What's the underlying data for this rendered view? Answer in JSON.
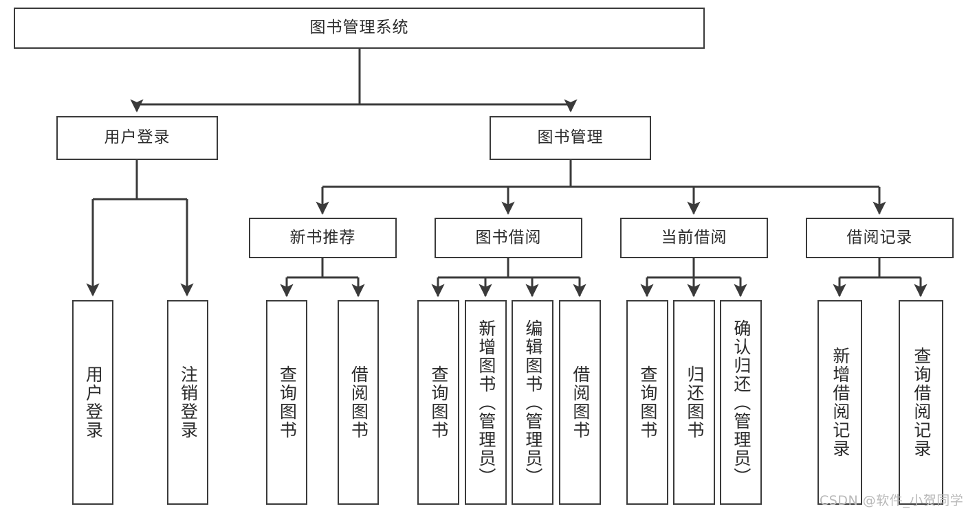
{
  "diagram": {
    "type": "tree",
    "title": "图书管理系统",
    "watermark": "CSDN @软件_小贺同学",
    "line_color": "#3a3a3a",
    "text_color": "#2b2b2b",
    "background": "#ffffff",
    "nodes": {
      "root": {
        "label": "图书管理系统"
      },
      "l2": [
        {
          "id": "user-login",
          "label": "用户登录"
        },
        {
          "id": "book-manage",
          "label": "图书管理"
        }
      ],
      "l3": [
        {
          "id": "new-book-rec",
          "label": "新书推荐"
        },
        {
          "id": "book-borrow",
          "label": "图书借阅"
        },
        {
          "id": "current-borrow",
          "label": "当前借阅"
        },
        {
          "id": "borrow-record",
          "label": "借阅记录"
        }
      ],
      "leaves": {
        "user-login": [
          {
            "id": "leaf-user-login",
            "label": "用户登录"
          },
          {
            "id": "leaf-logout",
            "label": "注销登录"
          }
        ],
        "new-book-rec": [
          {
            "id": "leaf-query-book-1",
            "label": "查询图书"
          },
          {
            "id": "leaf-borrow-book-1",
            "label": "借阅图书"
          }
        ],
        "book-borrow": [
          {
            "id": "leaf-query-book-2",
            "label": "查询图书"
          },
          {
            "id": "leaf-add-book",
            "label": "新增图书（管理员）"
          },
          {
            "id": "leaf-edit-book",
            "label": "编辑图书（管理员）"
          },
          {
            "id": "leaf-borrow-book-2",
            "label": "借阅图书"
          }
        ],
        "current-borrow": [
          {
            "id": "leaf-query-book-3",
            "label": "查询图书"
          },
          {
            "id": "leaf-return-book",
            "label": "归还图书"
          },
          {
            "id": "leaf-confirm-return",
            "label": "确认归还（管理员）"
          }
        ],
        "borrow-record": [
          {
            "id": "leaf-add-record",
            "label": "新增借阅记录"
          },
          {
            "id": "leaf-query-record",
            "label": "查询借阅记录"
          }
        ]
      }
    }
  }
}
